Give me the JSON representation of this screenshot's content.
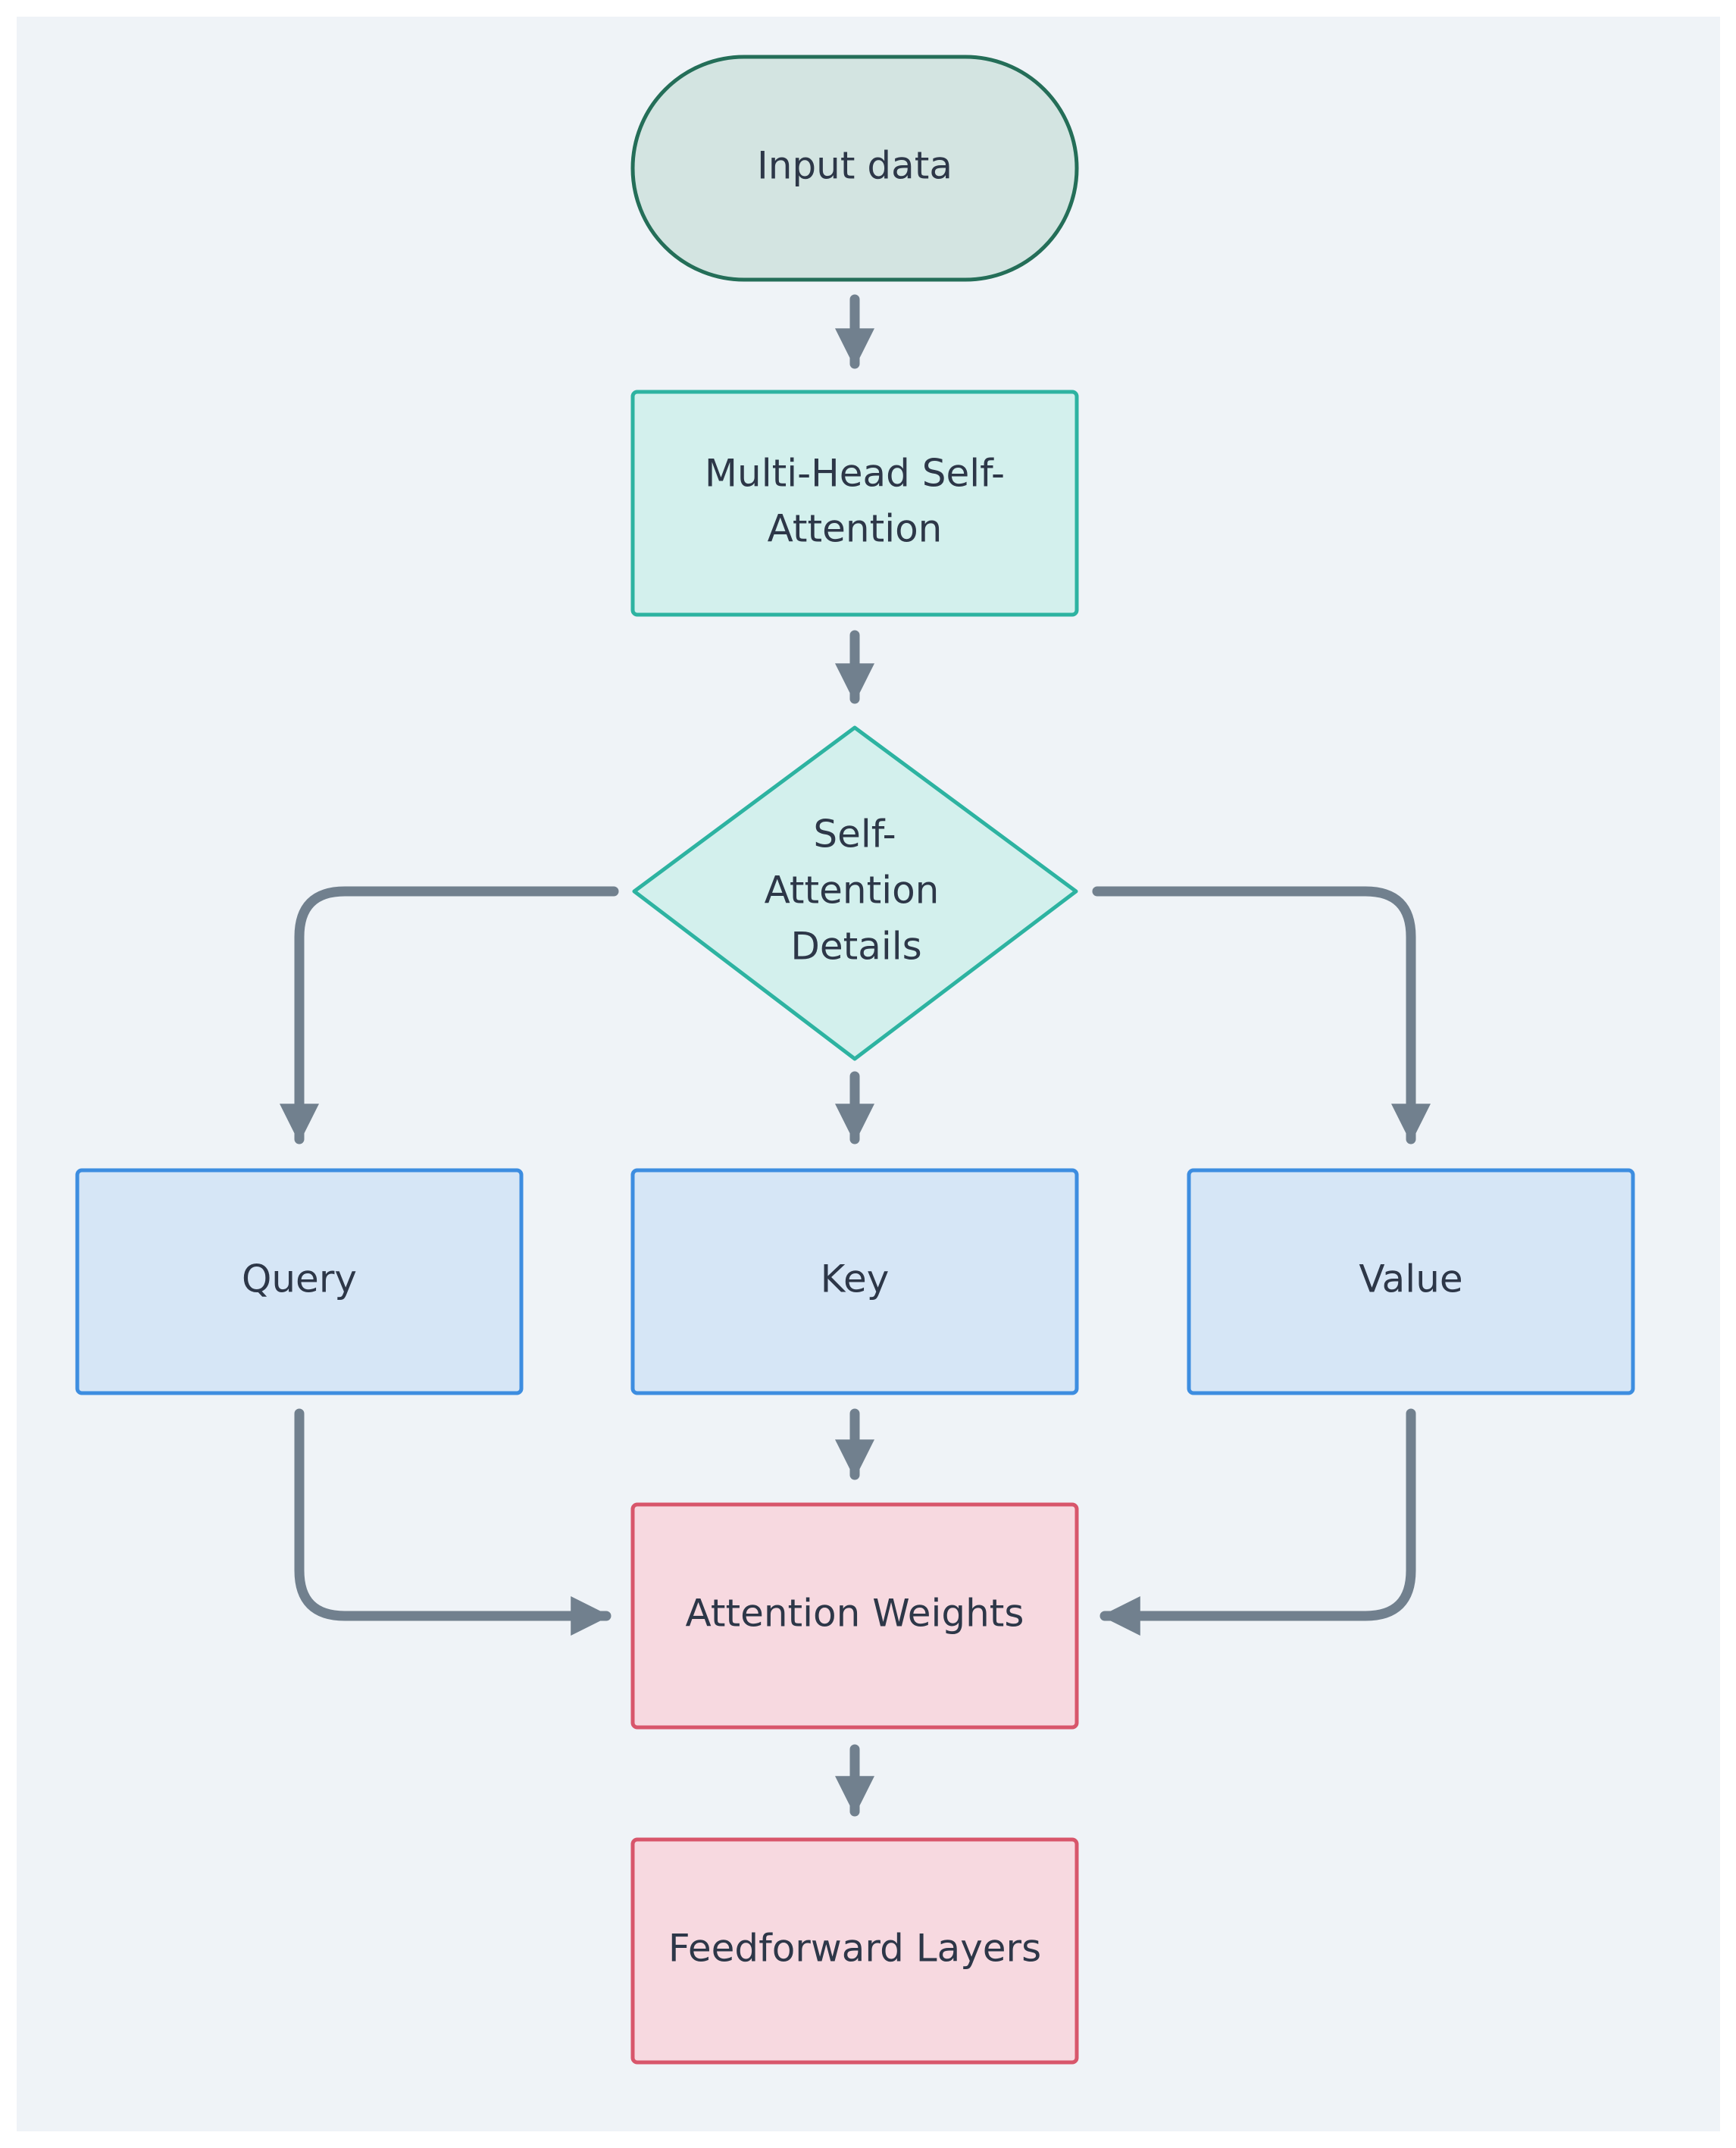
{
  "nodes": {
    "input": "Input data",
    "mhsa_line1": "Multi-Head Self-",
    "mhsa_line2": "Attention",
    "decision_line1": "Self-",
    "decision_line2": "Attention",
    "decision_line3": "Details",
    "query": "Query",
    "key": "Key",
    "value": "Value",
    "attention_weights": "Attention Weights",
    "feedforward": "Feedforward Layers"
  },
  "colors": {
    "background": "#eff3f7",
    "edge": "#71808e",
    "start_fill": "#d3e4e1",
    "start_stroke": "#246e58",
    "process_fill": "#d3f0ed",
    "process_stroke": "#2db3a1",
    "input_fill": "#d6e6f6",
    "input_stroke": "#3d8de0",
    "output_fill": "#f7d9e0",
    "output_stroke": "#d8566b"
  }
}
